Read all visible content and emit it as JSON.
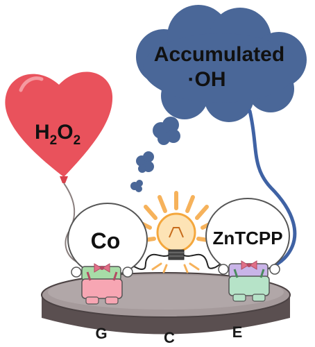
{
  "figure": {
    "balloon_label_main": "H",
    "balloon_sub_1": "2",
    "balloon_mid": "O",
    "balloon_sub_2": "2",
    "cloud_line_1": "Accumulated",
    "cloud_line_2": "·OH",
    "left_character_label": "Co",
    "right_character_label": "ZnTCPP",
    "electrode_letters": [
      "G",
      "C",
      "E"
    ]
  },
  "colors": {
    "balloon": "#e9525c",
    "cloud": "#4a6798",
    "electrode_top": "#a59a9b",
    "electrode_side": "#5a4f50",
    "bulb_glow": "#f6b25b",
    "string_right": "#3f62a4",
    "string_left": "#8a7f7e",
    "left_character_pants": "#f7a6b3",
    "left_character_shirt": "#a7dca7",
    "right_character_pants": "#b6e3c8",
    "right_character_shirt": "#c9b4e8",
    "bow": "#e07088"
  },
  "icons": [
    "heart-balloon-icon",
    "cloud-icon",
    "light-bulb-icon",
    "electrode-disk-icon"
  ]
}
